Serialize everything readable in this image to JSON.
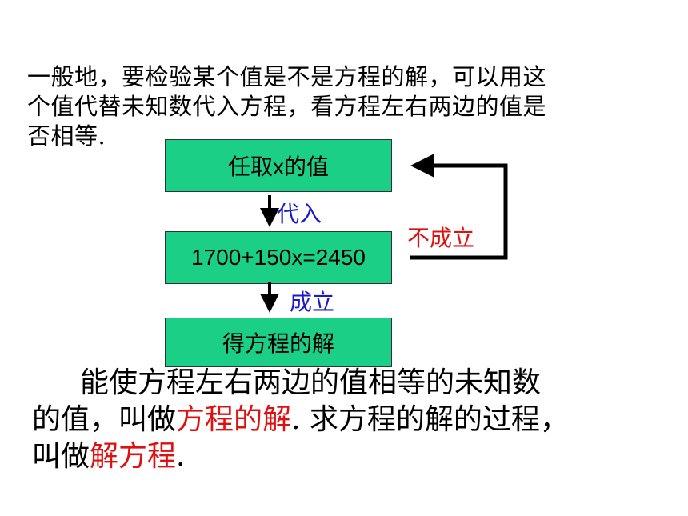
{
  "intro": {
    "line1": "一般地，要检验某个值是不是方程的解，可以用这",
    "line2": "个值代替未知数代入方程，看方程左右两边的值是",
    "line3": "否相等."
  },
  "flow": {
    "box1": "任取x的值",
    "box2": "1700+150x=2450",
    "box3": "得方程的解",
    "arrow_substitute": "代入",
    "arrow_holds": "成立",
    "arrow_not_holds": "不成立"
  },
  "definition": {
    "line1": "能使方程左右两边的值相等的未知数",
    "line2_a": "的值，叫做",
    "line2_term": "方程的解",
    "line2_b": ". 求方程的解的过程，",
    "line3_a": "叫做",
    "line3_term": "解方程",
    "line3_b": "."
  },
  "colors": {
    "box_fill": "#1ccf86",
    "label_blue": "#1a1acc",
    "highlight_red": "#e01010"
  }
}
